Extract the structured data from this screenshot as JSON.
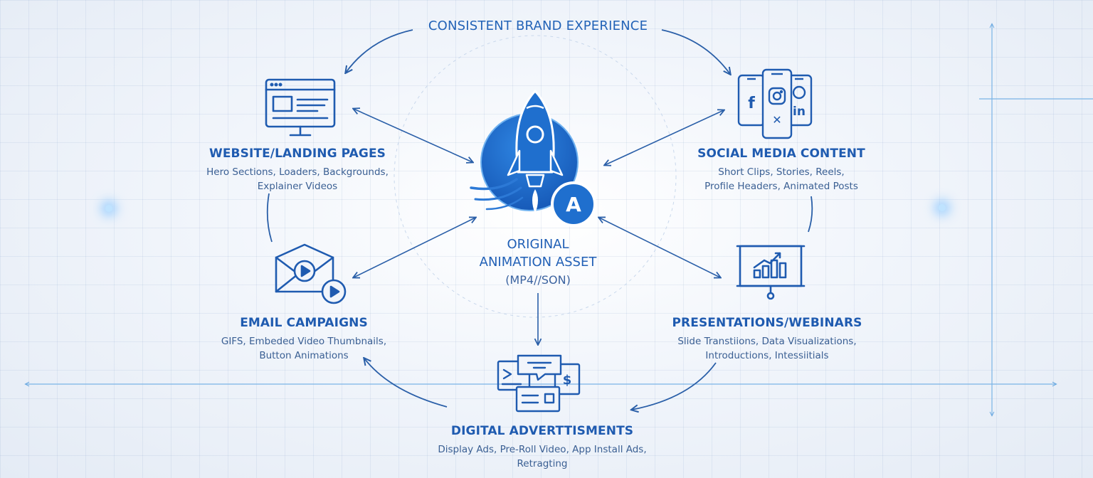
{
  "top_label": "CONSISTENT BRAND EXPERIENCE",
  "center": {
    "line1": "ORIGINAL",
    "line2": "ANIMATION ASSET",
    "line3": "(MP4//SON)",
    "badge": "A"
  },
  "nodes": {
    "website": {
      "title": "WEBSITE/LANDING PAGES",
      "desc": [
        "Hero Sections, Loaders, Backgrounds,",
        "Explainer Videos"
      ],
      "icon": "monitor-icon"
    },
    "social": {
      "title": "SOCIAL MEDIA CONTENT",
      "desc": [
        "Short Clips, Stories, Reels,",
        "Profile Headers, Animated Posts"
      ],
      "icon": "phones-icon",
      "glyphs": {
        "facebook": "f",
        "x": "✕",
        "linkedin": "in"
      }
    },
    "email": {
      "title": "EMAIL CAMPAIGNS",
      "desc": [
        "GIFS, Embeded Video Thumbnails,",
        "Button Animations"
      ],
      "icon": "email-video-icon"
    },
    "presentations": {
      "title": "PRESENTATIONS/WEBINARS",
      "desc": [
        "Slide Transtiions, Data Visualizations,",
        "Introductions, Intessiitials"
      ],
      "icon": "presentation-board-icon"
    },
    "ads": {
      "title": "DIGITAL ADVERTTISMENTS",
      "desc": [
        "Display Ads, Pre-Roll Video, App Install Ads,",
        "Retragting"
      ],
      "icon": "ads-icon",
      "dollar": "$"
    }
  },
  "colors": {
    "primary": "#1f5bb0",
    "line": "#2a5fa8",
    "rocket_fill": "#1f6fce",
    "text": "#3a5f93"
  }
}
